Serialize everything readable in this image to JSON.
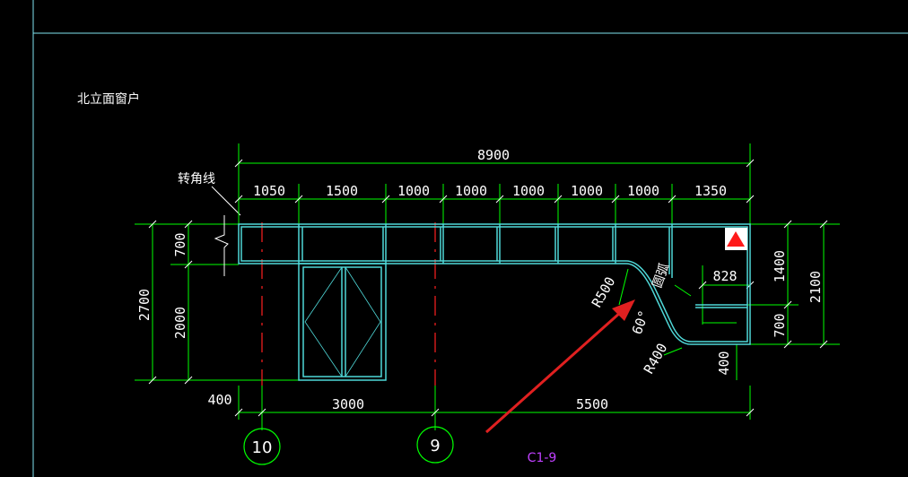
{
  "colors": {
    "background": "#000000",
    "border": "#7fe5f0",
    "dimension": "#00ff00",
    "window_frame": "#4fd8d8",
    "axis_line": "#ff2020",
    "arrow": "#e02020",
    "tag": "#c040ff"
  },
  "title": "北立面窗户",
  "corner_label": "转角线",
  "dims": {
    "total_top": "8900",
    "segments_top": [
      "1050",
      "1500",
      "1000",
      "1000",
      "1000",
      "1000",
      "1000",
      "1350"
    ],
    "left_outer": "2700",
    "left_upper": "700",
    "left_lower": "2000",
    "bottom_left_offset": "400",
    "bottom_span_1": "3000",
    "bottom_span_2": "5500",
    "right_upper": "1400",
    "right_lower": "700",
    "right_outer": "2100",
    "right_inner_width": "828",
    "right_drop": "400"
  },
  "annotations": {
    "radius_large": "R500",
    "radius_small": "R400",
    "angle": "60°",
    "curve_note": "圆弧"
  },
  "axes": {
    "left": "10",
    "right": "9"
  },
  "window_tag": "C1-9",
  "icons": {
    "marker": "red-triangle-icon"
  }
}
